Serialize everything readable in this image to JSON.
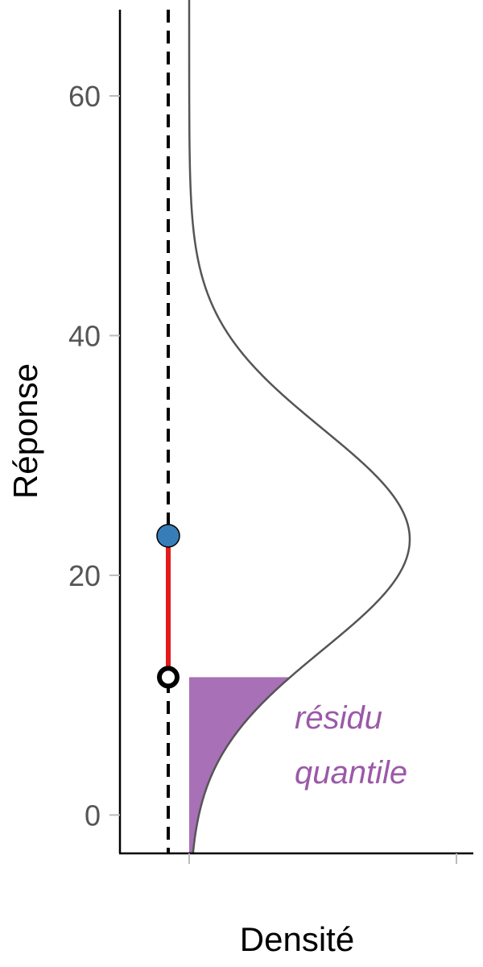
{
  "chart_data": {
    "type": "area",
    "xlabel": "Densité",
    "ylabel": "Réponse",
    "ylim": [
      -3.2,
      68
    ],
    "y_ticks": [
      0,
      20,
      40,
      60
    ],
    "y_tick_labels": [
      "0",
      "20",
      "40",
      "60"
    ],
    "grid": false,
    "distribution": {
      "kind": "normal",
      "mean": 23,
      "sd": 9.2
    },
    "observed": 23.3,
    "quantile_point": 11.5,
    "residual_segment": [
      11.5,
      23.3
    ],
    "shaded_region": {
      "from": -3.2,
      "to": 11.5
    },
    "annotation": [
      "résidu",
      "quantile"
    ],
    "colors": {
      "curve": "#555555",
      "shade": "#a870b6",
      "residual": "#e41a1c",
      "observed_point": "#377eb8",
      "annotation": "#9b59a8"
    }
  }
}
